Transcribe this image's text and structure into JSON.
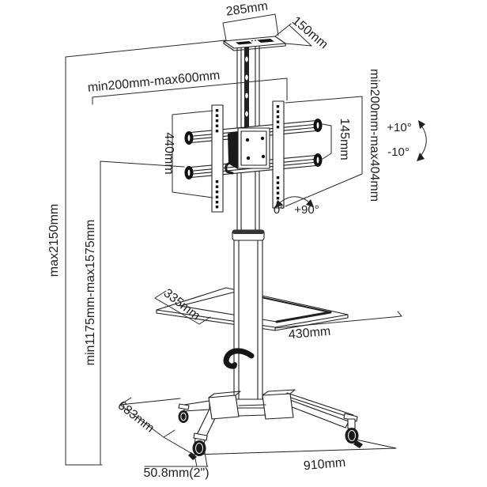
{
  "ink_color": "#1f1f1f",
  "paper_color": "#ffffff",
  "labels": {
    "top_shelf_width": "285mm",
    "top_shelf_depth": "150mm",
    "mount_width_range": "min200mm-max600mm",
    "mount_height_range": "min200mm-max404mm",
    "bracket_height": "440mm",
    "arm_hole_spacing": "145mm",
    "tilt_up": "+10°",
    "tilt_down": "-10°",
    "swivel_start": "0°",
    "swivel_end": "+90°",
    "max_total_height": "max2150mm",
    "screen_center_height_range": "min1175mm-max1575mm",
    "shelf_depth": "335mm",
    "shelf_width": "430mm",
    "base_depth": "683mm",
    "caster_size": "50.8mm(2\")",
    "base_width": "910mm"
  }
}
